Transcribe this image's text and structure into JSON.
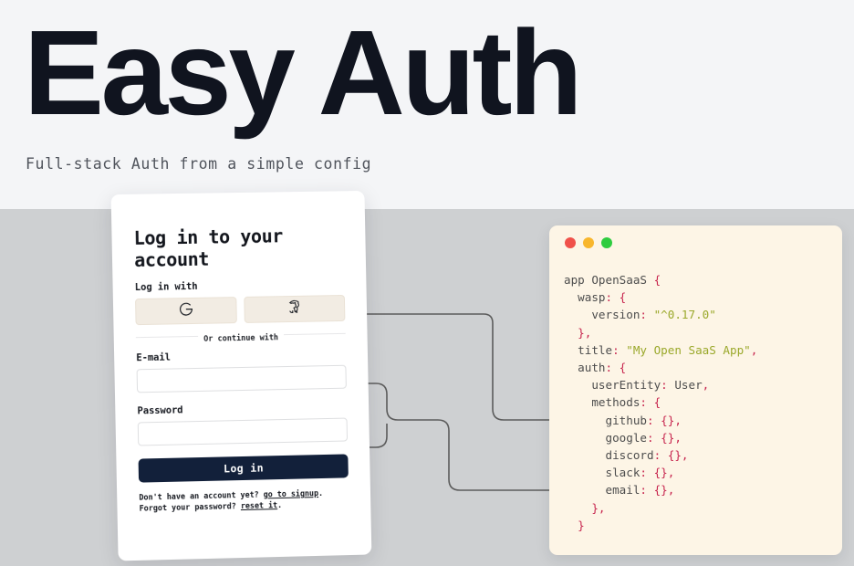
{
  "hero": {
    "title": "Easy Auth",
    "subtitle": "Full-stack Auth from a simple config"
  },
  "colors": {
    "band_top": "#f4f5f7",
    "band_bottom": "#ced0d2",
    "hero_title": "#10141f",
    "hero_subtitle": "#50545c",
    "card_bg": "#ffffff",
    "social_btn_bg": "#f2ece3",
    "submit_bg": "#12203a",
    "code_panel_bg": "#fdf5e6",
    "code_plain": "#4d4d4d",
    "code_punct": "#c7254e",
    "code_string": "#9aa82a",
    "dot_red": "#f0514a",
    "dot_yellow": "#f8b62c",
    "dot_green": "#2ecc3f",
    "wire": "#5c5c5c"
  },
  "login_card": {
    "title": "Log in to your account",
    "social_label": "Log in with",
    "social_buttons": [
      {
        "name": "google",
        "icon": "google-g-icon"
      },
      {
        "name": "github",
        "icon": "github-cat-icon"
      }
    ],
    "divider_text": "Or continue with",
    "fields": [
      {
        "label": "E-mail",
        "value": "",
        "placeholder": "",
        "type": "text",
        "name": "email"
      },
      {
        "label": "Password",
        "value": "",
        "placeholder": "",
        "type": "password",
        "name": "password"
      }
    ],
    "submit_label": "Log in",
    "footer": {
      "signup_prefix": "Don't have an account yet? ",
      "signup_link": "go to signup",
      "signup_suffix": ".",
      "reset_prefix": "Forgot your password? ",
      "reset_link": "reset it",
      "reset_suffix": "."
    }
  },
  "code_panel": {
    "window_dots": [
      "close",
      "minimize",
      "maximize"
    ],
    "language": "wasp",
    "lines": [
      [
        {
          "t": "app OpenSaaS ",
          "c": "plain"
        },
        {
          "t": "{",
          "c": "punct"
        }
      ],
      [
        {
          "t": "  wasp",
          "c": "plain"
        },
        {
          "t": ": {",
          "c": "punct"
        }
      ],
      [
        {
          "t": "    version",
          "c": "plain"
        },
        {
          "t": ": ",
          "c": "punct"
        },
        {
          "t": "\"^0.17.0\"",
          "c": "string"
        }
      ],
      [
        {
          "t": "  },",
          "c": "punct"
        }
      ],
      [
        {
          "t": "  title",
          "c": "plain"
        },
        {
          "t": ": ",
          "c": "punct"
        },
        {
          "t": "\"My Open SaaS App\"",
          "c": "string"
        },
        {
          "t": ",",
          "c": "punct"
        }
      ],
      [
        {
          "t": "  auth",
          "c": "plain"
        },
        {
          "t": ": {",
          "c": "punct"
        }
      ],
      [
        {
          "t": "    userEntity",
          "c": "plain"
        },
        {
          "t": ": ",
          "c": "punct"
        },
        {
          "t": "User",
          "c": "plain"
        },
        {
          "t": ",",
          "c": "punct"
        }
      ],
      [
        {
          "t": "    methods",
          "c": "plain"
        },
        {
          "t": ": {",
          "c": "punct"
        }
      ],
      [
        {
          "t": "      github",
          "c": "plain"
        },
        {
          "t": ": {},",
          "c": "punct"
        }
      ],
      [
        {
          "t": "      google",
          "c": "plain"
        },
        {
          "t": ": {},",
          "c": "punct"
        }
      ],
      [
        {
          "t": "      discord",
          "c": "plain"
        },
        {
          "t": ": {},",
          "c": "punct"
        }
      ],
      [
        {
          "t": "      slack",
          "c": "plain"
        },
        {
          "t": ": {},",
          "c": "punct"
        }
      ],
      [
        {
          "t": "      email",
          "c": "plain"
        },
        {
          "t": ": {},",
          "c": "punct"
        }
      ],
      [
        {
          "t": "    },",
          "c": "punct"
        }
      ],
      [
        {
          "t": "  }",
          "c": "punct"
        }
      ]
    ]
  },
  "connectors": [
    {
      "from": "social-buttons",
      "to": "code-line-github"
    },
    {
      "from": "email-input",
      "to": "code-line-email"
    },
    {
      "from": "password-input",
      "to": "code-line-email"
    }
  ]
}
